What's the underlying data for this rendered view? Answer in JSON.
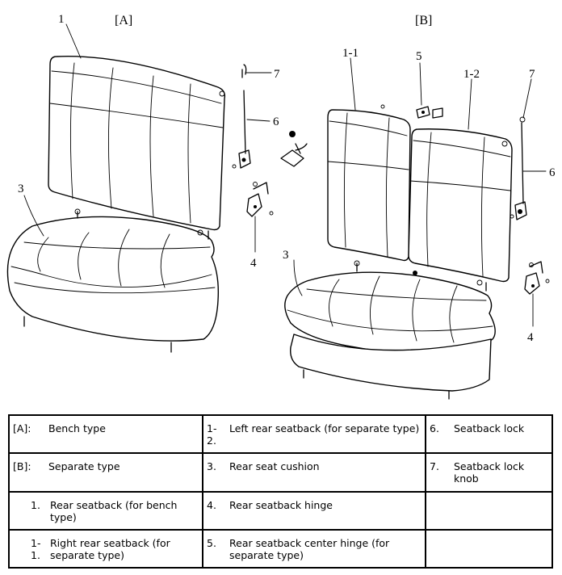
{
  "figure": {
    "section_labels": {
      "a": "[A]",
      "b": "[B]"
    },
    "callouts_a": {
      "seatback": "1",
      "cushion": "3",
      "hinge": "4",
      "lock": "6",
      "knob": "7"
    },
    "callouts_b": {
      "seatback_right": "1-1",
      "seatback_left": "1-2",
      "cushion": "3",
      "hinge": "4",
      "center_hinge": "5",
      "lock": "6",
      "knob": "7"
    }
  },
  "legend": {
    "rows": [
      [
        {
          "key": "[A]:",
          "text": "Bench type"
        },
        {
          "key": "1-\n2.",
          "text": "Left rear seatback (for separate type)"
        },
        {
          "key": "6.",
          "text": "Seatback lock"
        }
      ],
      [
        {
          "key": "[B]:",
          "text": "Separate type"
        },
        {
          "key": "3.",
          "text": "Rear seat cushion"
        },
        {
          "key": "7.",
          "text": "Seatback lock knob"
        }
      ],
      [
        {
          "key": "1.",
          "text": "Rear seatback (for bench type)"
        },
        {
          "key": "4.",
          "text": "Rear seatback hinge"
        },
        {
          "key": "",
          "text": ""
        }
      ],
      [
        {
          "key": "1-\n1.",
          "text": "Right rear seatback (for separate type)"
        },
        {
          "key": "5.",
          "text": "Rear seatback center hinge (for separate type)"
        },
        {
          "key": "",
          "text": ""
        }
      ]
    ]
  }
}
